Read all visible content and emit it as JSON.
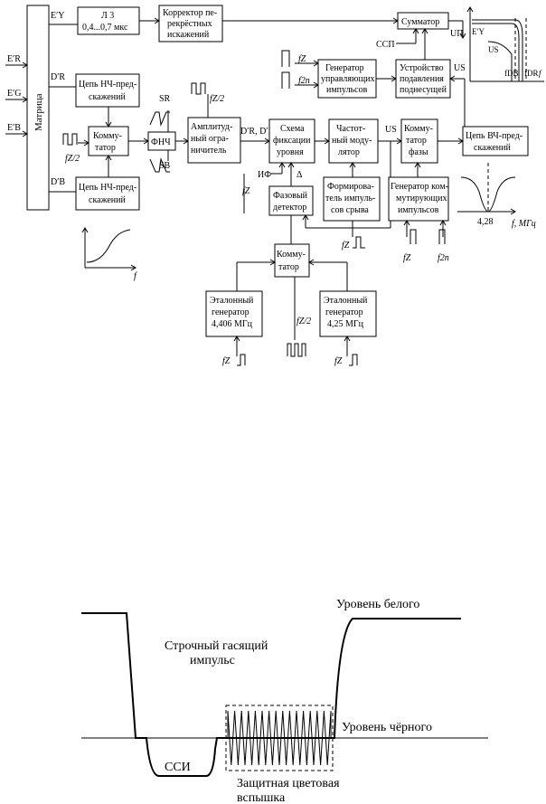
{
  "blocks": {
    "matrix": "Матрица",
    "delay_l1": "Л 3",
    "delay_l2": "0,4...0,7 мкс",
    "crosstalk_l1": "Корректор пе-",
    "crosstalk_l2": "рекрёстных",
    "crosstalk_l3": "искажений",
    "adder": "Сумматор",
    "lf_pre_r_l1": "Цепь НЧ-пред-",
    "lf_pre_r_l2": "скажений",
    "lf_pre_b_l1": "Цепь НЧ-пред-",
    "lf_pre_b_l2": "скажений",
    "commutator_left_l1": "Комму-",
    "commutator_left_l2": "татор",
    "lpf": "ФНЧ",
    "limiter_l1": "Амплитуд-",
    "limiter_l2": "ный огра-",
    "limiter_l3": "ничитель",
    "control_gen_l1": "Генератор",
    "control_gen_l2": "управляющих",
    "control_gen_l3": "импульсов",
    "suppress_l1": "Устройство",
    "suppress_l2": "подавления",
    "suppress_l3": "поднесущей",
    "level_fix_l1": "Схема",
    "level_fix_l2": "фиксации",
    "level_fix_l3": "уровня",
    "fm_l1": "Частот-",
    "fm_l2": "ный моду-",
    "fm_l3": "лятор",
    "phase_comm_l1": "Комму-",
    "phase_comm_l2": "татор",
    "phase_comm_l3": "фазы",
    "hf_pre_l1": "Цепь ВЧ-пред-",
    "hf_pre_l2": "скажений",
    "phase_det_l1": "Фазовый",
    "phase_det_l2": "детектор",
    "pulse_former_l1": "Формирова-",
    "pulse_former_l2": "тель импуль-",
    "pulse_former_l3": "сов срыва",
    "comm_pulse_gen_l1": "Генератор ком-",
    "comm_pulse_gen_l2": "мутирующих",
    "comm_pulse_gen_l3": "импульсов",
    "commutator_bottom_l1": "Комму-",
    "commutator_bottom_l2": "татор",
    "ref_gen_left_l1": "Эталонный",
    "ref_gen_left_l2": "генератор",
    "ref_gen_left_l3": "4,406 МГц",
    "ref_gen_right_l1": "Эталонный",
    "ref_gen_right_l2": "генератор",
    "ref_gen_right_l3": "4,25 МГц"
  },
  "signals": {
    "er": "E′R",
    "eg": "E′G",
    "eb": "E′B",
    "ey": "E′Y",
    "dr": "D′R",
    "db": "D′B",
    "drdb": "D′R, D′B",
    "fz": "fZ",
    "fz2": "fZ/2",
    "f2n": "f2n",
    "sr": "SR",
    "sb": "SB",
    "ssp": "ССП",
    "un": "UП",
    "us": "US",
    "if": "ИФ",
    "delta": "Δ",
    "ey_out": "E′Y",
    "us_out": "US",
    "fdb": "fDB",
    "fdr": "fDR",
    "f": "f",
    "freq_428": "4,28",
    "f_mhz": "f, МГц"
  },
  "waveform": {
    "white_level": "Уровень белого",
    "black_level": "Уровень чёрного",
    "blanking_l1": "Строчный гасящий",
    "blanking_l2": "импульс",
    "ssi": "ССИ",
    "burst_l1": "Защитная цветовая",
    "burst_l2": "вспышка"
  }
}
